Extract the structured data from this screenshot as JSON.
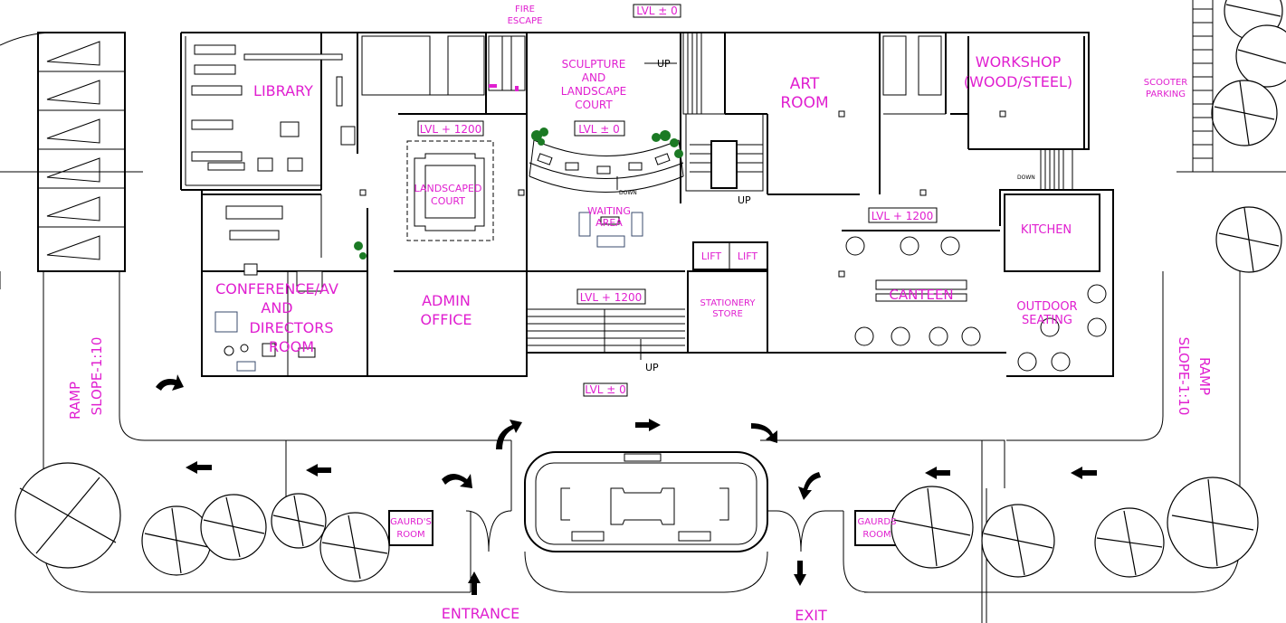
{
  "plan": {
    "rooms": {
      "library": "LIBRARY",
      "fire_escape_1": "FIRE",
      "fire_escape_2": "ESCAPE",
      "sculpture_1": "SCULPTURE",
      "sculpture_2": "AND",
      "sculpture_3": "LANDSCAPE",
      "sculpture_4": "COURT",
      "art_1": "ART",
      "art_2": "ROOM",
      "workshop_1": "WORKSHOP",
      "workshop_2": "(WOOD/STEEL)",
      "scooter_1": "SCOOTER",
      "scooter_2": "PARKING",
      "landscaped_1": "LANDSCAPED",
      "landscaped_2": "COURT",
      "waiting_1": "WAITING",
      "waiting_2": "AREA",
      "kitchen": "KITCHEN",
      "lift_1": "LIFT",
      "lift_2": "LIFT",
      "conference_1": "CONFERENCE/AV",
      "conference_2": "AND",
      "conference_3": "DIRECTORS",
      "conference_4": "ROOM",
      "admin_1": "ADMIN",
      "admin_2": "OFFICE",
      "stationery_1": "STATIONERY",
      "stationery_2": "STORE",
      "canteen": "CANTEEN",
      "outdoor_1": "OUTDOOR",
      "outdoor_2": "SEATING",
      "guard_left_1": "GAURD'S",
      "guard_left_2": "ROOM",
      "guard_right_1": "GAURDS",
      "guard_right_2": "ROOM",
      "entrance": "ENTRANCE",
      "exit": "EXIT"
    },
    "ramps": {
      "left_1": "RAMP",
      "left_2": "SLOPE-1:10",
      "right_1": "RAMP",
      "right_2": "SLOPE-1:10"
    },
    "levels": {
      "top": "LVL ± 0",
      "court": "LVL ± 0",
      "lib_side": "LVL + 1200",
      "canteen": "LVL + 1200",
      "admin_side": "LVL + 1200",
      "bottom": "LVL ± 0"
    },
    "annotations": {
      "up_1": "UP",
      "up_2": "UP",
      "up_3": "UP",
      "down_1": "DOWN",
      "down_2": "DOWN"
    }
  }
}
